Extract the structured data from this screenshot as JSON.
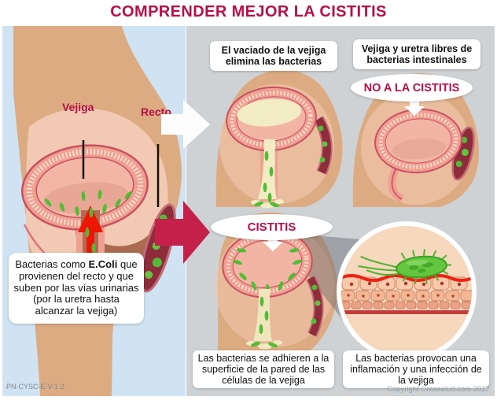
{
  "title": "COMPRENDER MEJOR LA CISTITIS",
  "colors": {
    "accent_crimson": "#b61049",
    "arrow_magenta": "#c42049",
    "panel_blue": "#cfe3f2",
    "panel_gray": "#ced2d5",
    "bacteria_green": "#54bd38",
    "skin_tan": "#dcab81"
  },
  "left_panel": {
    "bladder_label": "Vejiga",
    "rectum_label": "Recto",
    "caption": {
      "prefix": "Bacterias como ",
      "bold": "E.Coli",
      "suffix": " que provienen del recto y que suben por las vías urinarias (por la uretra hasta alcanzar la vejiga)"
    },
    "ref_code": "PN-CYSC-E-V-1-2"
  },
  "top_middle": {
    "caption": "El vaciado de la vejiga elimina las bacterias"
  },
  "top_right": {
    "caption": "Vejiga y uretra libres de bacterias intestinales",
    "badge": "NO A LA CISTITIS"
  },
  "bottom_middle": {
    "badge": "CISTITIS"
  },
  "bottom_captions": {
    "adhere": "Las bacterias se adhieren a la superficie de la pared de las células de la vejiga",
    "infection": "Las bacterias provocan una inflamación y una infección de la vejiga"
  },
  "footer": {
    "copyright": "Copyright Creasalud.com 2017"
  }
}
